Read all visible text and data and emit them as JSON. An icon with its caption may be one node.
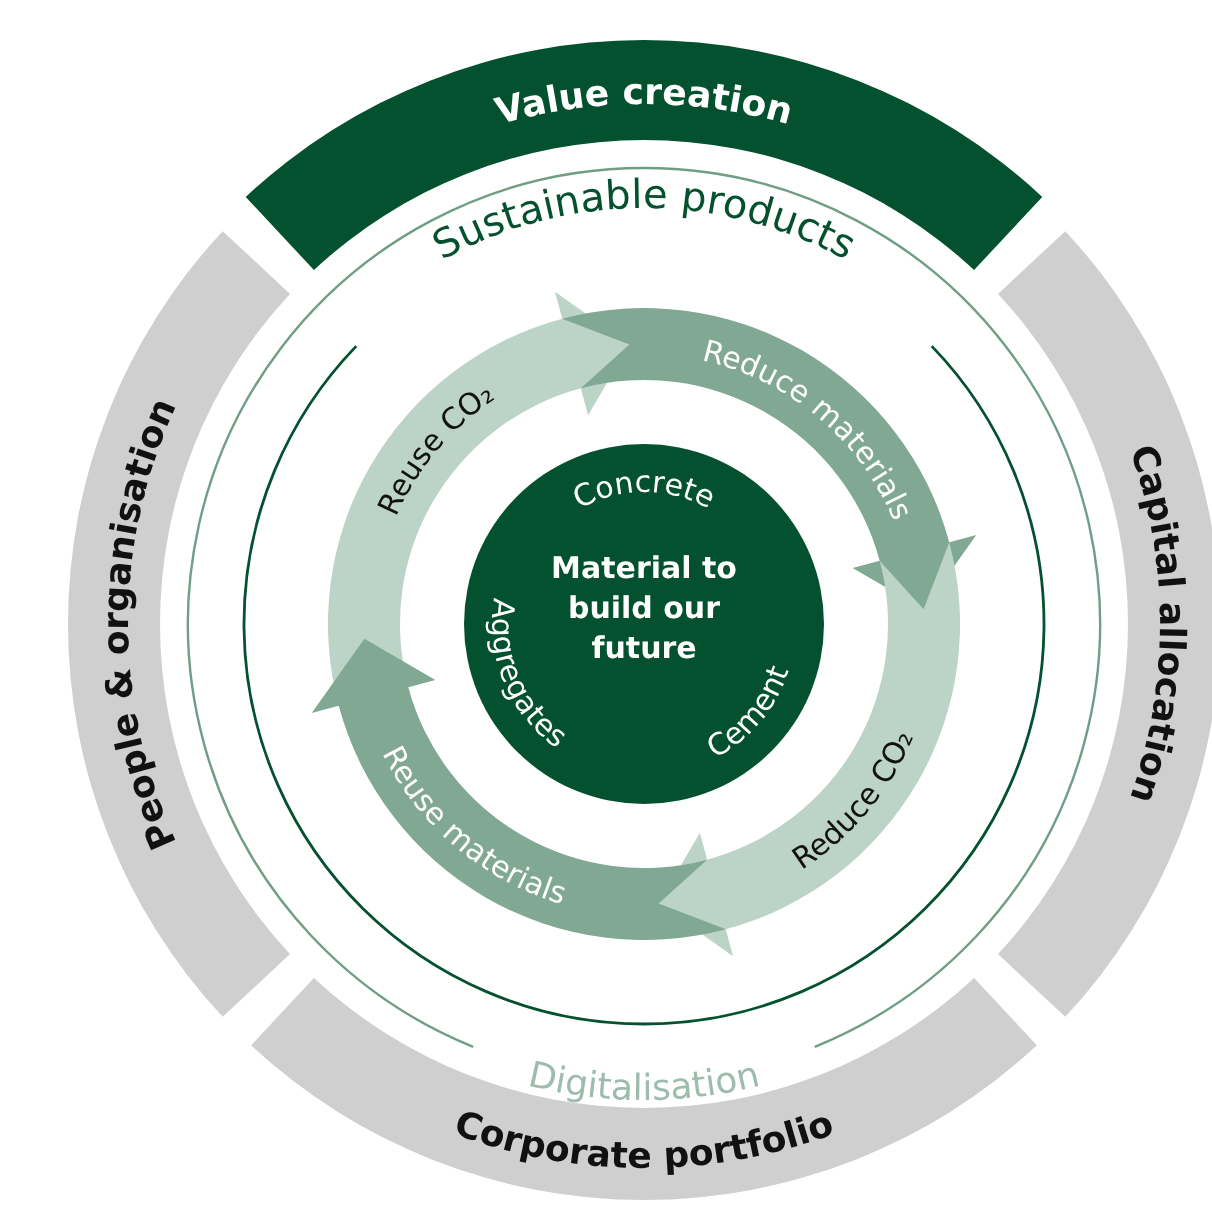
{
  "diagram": {
    "nodes": [
      {
        "text": [
          "Value creation"
        ]
      },
      {
        "text": [
          "Capital allocation"
        ]
      },
      {
        "text": [
          "Corporate portfolio"
        ]
      },
      {
        "text": [
          "People & organisation"
        ]
      },
      {
        "text": [
          "Sustainable products",
          "Digitalisation"
        ]
      },
      {
        "text": [
          "Reuse CO₂"
        ],
        "in": 4
      },
      {
        "text": [
          "Reduce materials"
        ],
        "in": 4
      },
      {
        "text": [
          "Reduce CO₂"
        ],
        "in": 4
      },
      {
        "text": [
          "Reuse materials"
        ],
        "in": 4
      },
      {
        "text": [
          "Concrete",
          "Material to build our future",
          "Aggregates",
          "Cement"
        ],
        "in": 4
      }
    ]
  }
}
